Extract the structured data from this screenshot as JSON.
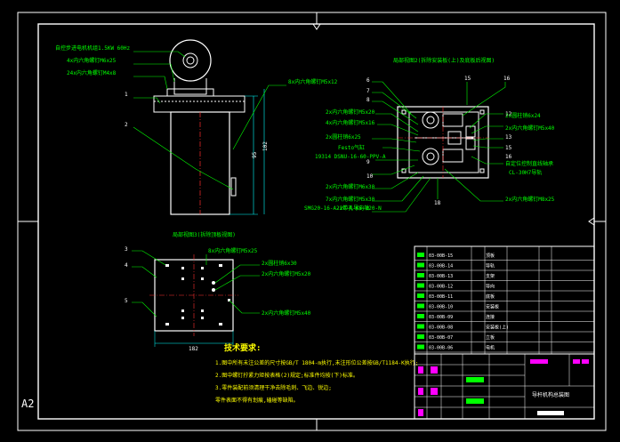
{
  "sheet": {
    "size_label": "A2",
    "background": "#000000",
    "frame_color": "#ffffff",
    "annotation_color": "#00ff00",
    "highlight_color": "#ffff00",
    "accent_color": "#ff00ff"
  },
  "front_view": {
    "callouts": [
      {
        "text": "自控步进电机机组1.5KW 60Hz"
      },
      {
        "text": "4x内六角螺钉M6x25"
      },
      {
        "text": "24x内六角螺钉M4x8"
      },
      {
        "text": "1"
      },
      {
        "text": "2"
      },
      {
        "text": "8x内六角螺钉M5x12"
      }
    ],
    "dims": [
      "95",
      "102"
    ]
  },
  "side_view": {
    "title": "局部视图2(拆除安装板(上)及底板后视图)",
    "numbers": [
      "6",
      "7",
      "8",
      "9",
      "10",
      "15",
      "16",
      "12",
      "13",
      "15",
      "16"
    ],
    "left_callouts": [
      "2x内六角螺钉M5x20",
      "4x内六角螺钉M5x16",
      "2x圆柱销6x25",
      "Festo气缸",
      "19314 DSNU-16-60-PPV-A",
      "2x内六角螺钉M6x30",
      "7x内六角螺钉M5x30",
      "2x带孔导向轴",
      "SMG20-16-A-20-A-K8-120-N"
    ],
    "right_callouts": [
      "2x圆柱销6x24",
      "2x内六角螺钉M5x40",
      "自定位控制直线轴承",
      "CL-30H7导轨",
      "2x内六角螺钉M8x25"
    ],
    "bottom_number": "18"
  },
  "top_view": {
    "title": "局部视图3(拆除顶板视图)",
    "numbers": [
      "3",
      "4",
      "5"
    ],
    "callouts": [
      "8x内六角螺钉M5x25",
      "2x圆柱销6x30",
      "2x内六角螺钉M5x20",
      "2x内六角螺钉M5x40"
    ],
    "dim": "182"
  },
  "tech_requirements": {
    "heading": "技术要求:",
    "items": [
      "1.图中所有未注公差的尺寸按GB/T 1804-m执行,未注形位公差按GB/T1184-K执行;",
      "2.图中螺钉拧紧力矩按表格(2)规定;标准件均按(下)标准。",
      "3.零件装配前须清理干净去除毛刺、飞边、锐边;",
      "  零件表面不得有划痕,磕碰等缺陷。"
    ]
  },
  "title_block": {
    "drawing_name": "导杆机构总装图",
    "rows": [
      {
        "code": "03-00B-15",
        "name": "顶板"
      },
      {
        "code": "03-00B-14",
        "name": "导轨"
      },
      {
        "code": "03-00B-13",
        "name": "支架"
      },
      {
        "code": "03-00B-12",
        "name": "导向"
      },
      {
        "code": "03-00B-11",
        "name": "底板"
      },
      {
        "code": "03-00B-10",
        "name": "安装板"
      },
      {
        "code": "03-00B-09",
        "name": "连接"
      },
      {
        "code": "03-00B-08",
        "name": "安装板(上)"
      },
      {
        "code": "03-00B-07",
        "name": "立板"
      },
      {
        "code": "03-00B-06",
        "name": "电机"
      }
    ]
  }
}
